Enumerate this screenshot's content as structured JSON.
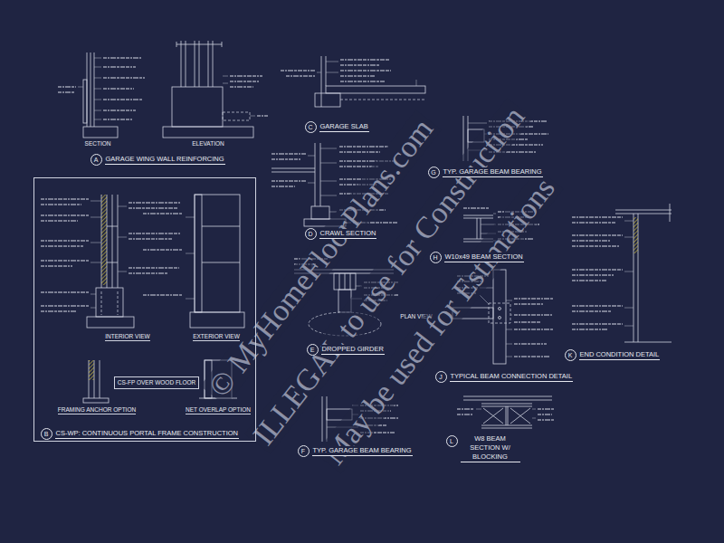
{
  "diagram": {
    "nodes": [
      {
        "text": [
          "A",
          "GARAGE WING WALL REINFORCING"
        ]
      },
      {
        "text": [
          "C",
          "GARAGE SLAB"
        ]
      },
      {
        "text": [
          "G",
          "TYP. GARAGE BEAM BEARING"
        ]
      },
      {
        "text": [
          "INTERIOR VIEW",
          "EXTERIOR VIEW",
          "FRAMING ANCHOR OPTION",
          "NET OVERLAP OPTION"
        ]
      },
      {
        "text": [
          "CS-FP OVER WOOD FLOOR"
        ],
        "in": 3
      },
      {
        "text": [
          "B",
          "CS-WP: CONTINUOUS PORTAL FRAME CONSTRUCTION"
        ],
        "in": 3
      },
      {
        "text": [
          "D",
          "CRAWL SECTION"
        ]
      },
      {
        "text": [
          "H",
          "W10x49 BEAM SECTION"
        ]
      },
      {
        "text": [
          "K",
          "END CONDITION DETAIL"
        ]
      },
      {
        "text": [
          "E",
          "DROPPED GIRDER"
        ]
      },
      {
        "text": [
          "J",
          "TYPICAL BEAM CONNECTION DETAIL"
        ]
      },
      {
        "text": [
          "F",
          "TYP. GARAGE BEAM BEARING"
        ]
      },
      {
        "text": [
          "L",
          "W8 BEAM SECTION W/ BLOCKING"
        ]
      }
    ],
    "labels": [
      "SECTION",
      "ELEVATION",
      "PLAN VIEW",
      "© MyHomeFloorPlans.com",
      "ILLEGAL to use for Construction",
      "May be used for Estimations"
    ]
  }
}
